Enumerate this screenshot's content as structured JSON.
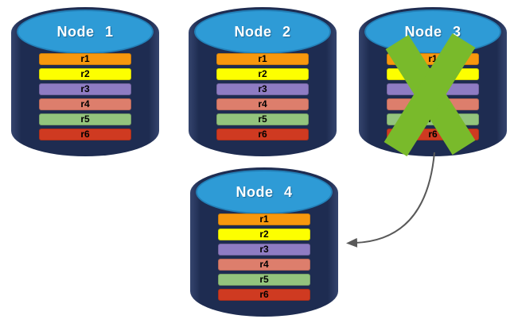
{
  "diagram": {
    "type": "database-replication-failover",
    "nodes": [
      {
        "id": "node-1",
        "label": "Node 1",
        "failed": false
      },
      {
        "id": "node-2",
        "label": "Node 2",
        "failed": false
      },
      {
        "id": "node-3",
        "label": "Node 3",
        "failed": true
      },
      {
        "id": "node-4",
        "label": "Node 4",
        "failed": false
      }
    ],
    "records": [
      {
        "label": "r1",
        "color": "#F7980E"
      },
      {
        "label": "r2",
        "color": "#FDFF00"
      },
      {
        "label": "r3",
        "color": "#8E7CC3"
      },
      {
        "label": "r4",
        "color": "#DD7E6C"
      },
      {
        "label": "r5",
        "color": "#93C47D"
      },
      {
        "label": "r6",
        "color": "#CF3A21"
      }
    ],
    "arrow": {
      "from": "node-3",
      "to": "node-4"
    },
    "colors": {
      "cylinder_body": "#1E2C51",
      "cylinder_top": "#2E9BD6",
      "cylinder_top_border": "#2380B8",
      "failure_cross": "#79BA2B",
      "arrow": "#595959"
    }
  }
}
